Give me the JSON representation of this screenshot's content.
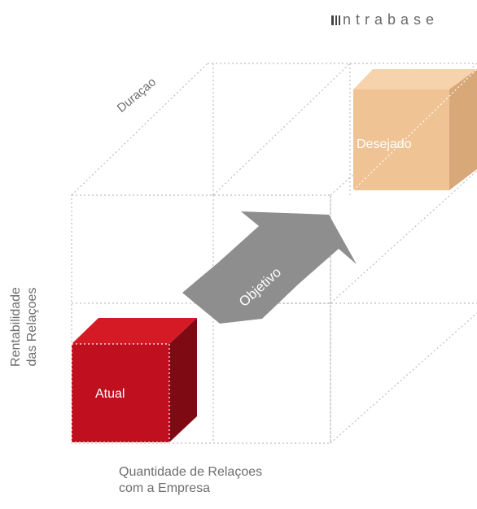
{
  "brand": {
    "name": "ntrabase",
    "logo_icon": "brand-logo-icon"
  },
  "axes": {
    "duration_label": "Duraçao",
    "profitability_line1": "Rentabilidade",
    "profitability_line2": "das Relaçoes",
    "quantity_line1": "Quantidade de Relaçoes",
    "quantity_line2": "com a Empresa"
  },
  "cubes": {
    "current": {
      "label": "Atual",
      "color": "#c00f1e"
    },
    "desired": {
      "label": "Desejado",
      "color": "#f0c497"
    }
  },
  "arrow": {
    "label": "Objetivo",
    "color": "#8e8e8e"
  }
}
